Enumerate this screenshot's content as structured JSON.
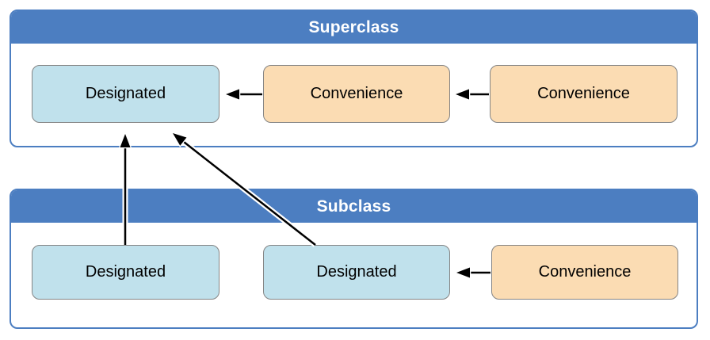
{
  "diagram": {
    "superclass": {
      "title": "Superclass",
      "nodes": [
        {
          "id": "super-designated",
          "label": "Designated",
          "type": "designated"
        },
        {
          "id": "super-convenience-1",
          "label": "Convenience",
          "type": "convenience"
        },
        {
          "id": "super-convenience-2",
          "label": "Convenience",
          "type": "convenience"
        }
      ]
    },
    "subclass": {
      "title": "Subclass",
      "nodes": [
        {
          "id": "sub-designated-1",
          "label": "Designated",
          "type": "designated"
        },
        {
          "id": "sub-designated-2",
          "label": "Designated",
          "type": "designated"
        },
        {
          "id": "sub-convenience",
          "label": "Convenience",
          "type": "convenience"
        }
      ]
    },
    "edges": [
      {
        "from": "super-convenience-2",
        "to": "super-convenience-1"
      },
      {
        "from": "super-convenience-1",
        "to": "super-designated"
      },
      {
        "from": "sub-convenience",
        "to": "sub-designated-2"
      },
      {
        "from": "sub-designated-1",
        "to": "super-designated"
      },
      {
        "from": "sub-designated-2",
        "to": "super-designated"
      }
    ],
    "colors": {
      "panel_header_blue": "#4c7ec1",
      "panel_border_blue": "#4c7ec1",
      "designated_fill": "#c0e1ec",
      "convenience_fill": "#fbdcb3",
      "node_border_gray": "#848484",
      "arrow_black": "#000000",
      "arrow_halo_white": "#ffffff",
      "title_text": "#ffffff",
      "node_text": "#000000"
    }
  }
}
